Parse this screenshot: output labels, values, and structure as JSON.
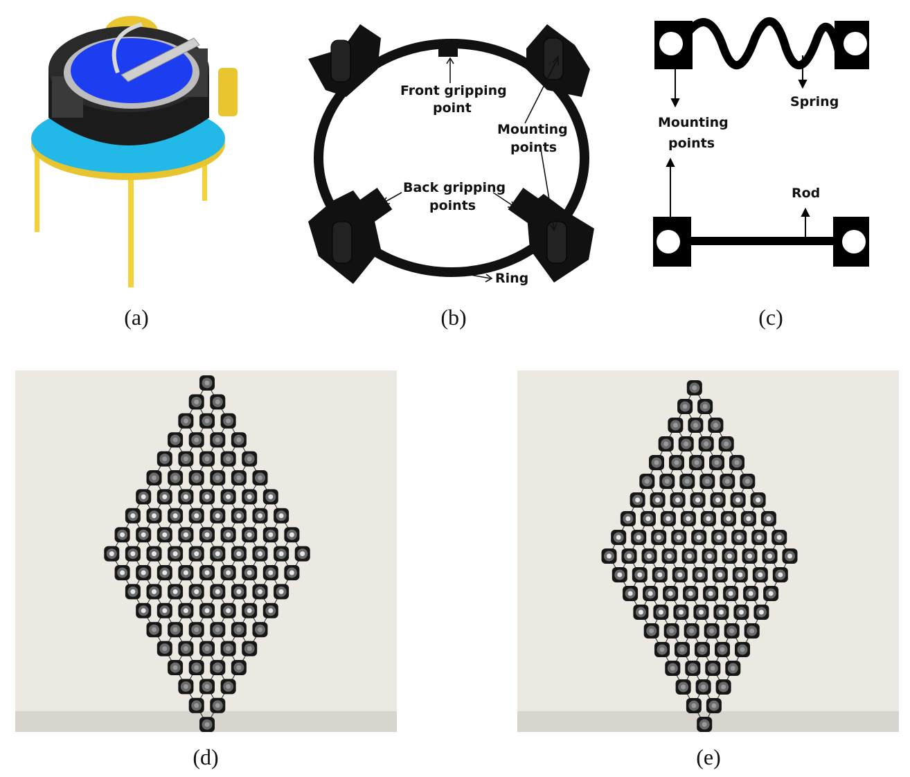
{
  "captions": {
    "a": "(a)",
    "b": "(b)",
    "c": "(c)",
    "d": "(d)",
    "e": "(e)"
  },
  "panel_b": {
    "front_gripping_1": "Front gripping",
    "front_gripping_2": "point",
    "mounting_1": "Mounting",
    "mounting_2": "points",
    "back_gripping_1": "Back gripping",
    "back_gripping_2": "points",
    "ring": "Ring"
  },
  "panel_c": {
    "spring": "Spring",
    "mounting_1": "Mounting",
    "mounting_2": "points",
    "rod": "Rod"
  },
  "colors": {
    "base_cyan": "#22b8e8",
    "disc_blue": "#1c3df0",
    "legs_yellow": "#f2d13a",
    "housing_black": "#1b1b1b",
    "wall_background": "#ece9e3"
  },
  "lattice_d": {
    "rows": 19,
    "robot_icon": "robot-module-icon"
  },
  "lattice_e": {
    "rows": 19,
    "robot_icon": "robot-module-icon"
  }
}
